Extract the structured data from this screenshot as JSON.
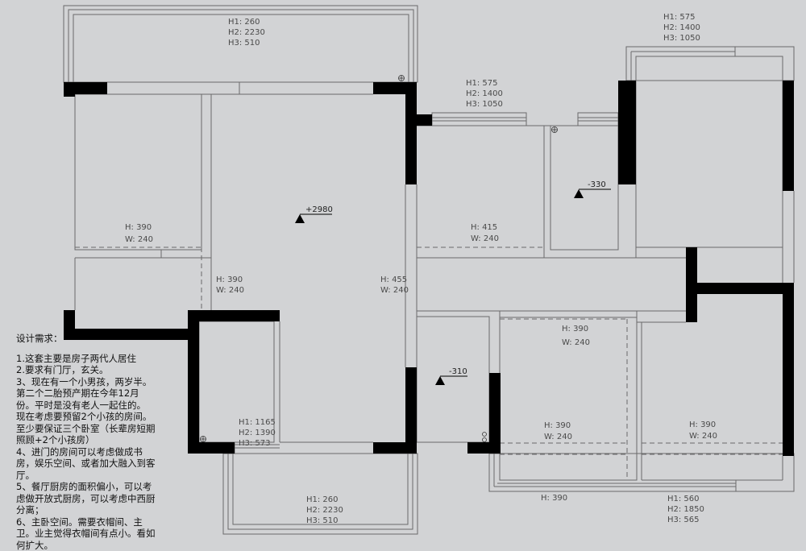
{
  "plan": {
    "balcony_top": [
      "H1: 260",
      "H2: 2230",
      "H3: 510"
    ],
    "window_mid": [
      "H1: 575",
      "H2: 1400",
      "H3: 1050"
    ],
    "window_right": [
      "H1: 575",
      "H2: 1400",
      "H3: 1050"
    ],
    "balcony_bottom_left": [
      "H1: 260",
      "H2: 2230",
      "H3: 510"
    ],
    "balcony_bottom_right": [
      "H1: 560",
      "H2: 1850",
      "H3: 565"
    ],
    "entry_window": [
      "H1: 1165",
      "H2: 1390",
      "H3: 573"
    ],
    "room_tl": [
      "H: 390",
      "W: 240"
    ],
    "living_left": [
      "H: 390",
      "W: 240"
    ],
    "living_right": [
      "H: 455",
      "W: 240"
    ],
    "kitchen": [
      "H: 415",
      "W: 240"
    ],
    "bed_mid_top": [
      "H: 390",
      "W: 240"
    ],
    "bed_mid_bottom": [
      "H: 390",
      "W: 240"
    ],
    "bed_right": [
      "H: 390",
      "W: 240"
    ],
    "below_h": "H: 390",
    "level_living": "+2980",
    "level_bath": "-330",
    "level_toilet": "-310"
  },
  "requirements": {
    "title": "设计需求：",
    "lines": [
      "1.这套主要是房子两代人居住",
      "2.要求有门厅，玄关。",
      "3、现在有一个小男孩，两岁半。第二个二胎预产期在今年12月份。平时是没有老人一起住的。",
      "现在考虑要预留2个小孩的房间。至少要保证三个卧室（长辈房短期照顾+2个小孩房）",
      "4、进门的房间可以考虑做成书房，娱乐空间、或者加大融入到客厅。",
      "5、餐厅厨房的面积偏小，可以考虑做开放式厨房，可以考虑中西厨分离；",
      "6、主卧空间。需要衣帽间、主卫。业主觉得衣帽间有点小。看如何扩大。"
    ]
  }
}
